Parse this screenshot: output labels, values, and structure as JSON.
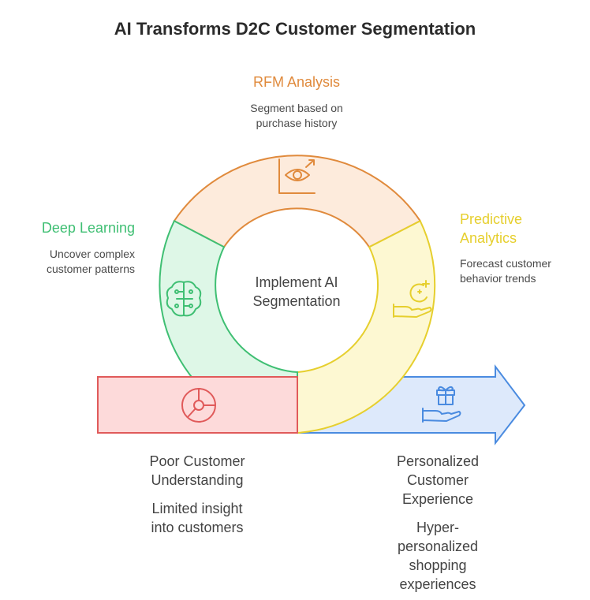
{
  "title": "AI Transforms D2C Customer Segmentation",
  "center": {
    "label_line1": "Implement AI",
    "label_line2": "Segmentation"
  },
  "segments": {
    "rfm": {
      "title": "RFM Analysis",
      "desc_line1": "Segment based on",
      "desc_line2": "purchase history",
      "color": "#e08a3c",
      "fill": "#fdebdc",
      "icon": "eye-chart-icon"
    },
    "predictive": {
      "title_line1": "Predictive",
      "title_line2": "Analytics",
      "desc_line1": "Forecast customer",
      "desc_line2": "behavior trends",
      "color": "#e6cf2e",
      "fill": "#fdf8d2",
      "icon": "hand-sparkle-icon"
    },
    "deep": {
      "title": "Deep Learning",
      "desc_line1": "Uncover complex",
      "desc_line2": "customer patterns",
      "color": "#3fbf73",
      "fill": "#def7e7",
      "icon": "brain-circuit-icon"
    }
  },
  "start": {
    "title_line1": "Poor Customer",
    "title_line2": "Understanding",
    "desc_line1": "Limited insight",
    "desc_line2": "into customers",
    "color": "#e05a5a",
    "fill": "#fddada",
    "icon": "pie-chart-icon"
  },
  "end": {
    "title_line1": "Personalized",
    "title_line2": "Customer",
    "title_line3": "Experience",
    "desc_line1": "Hyper-",
    "desc_line2": "personalized",
    "desc_line3": "shopping",
    "desc_line4": "experiences",
    "color": "#4a8be0",
    "fill": "#dde9fb",
    "icon": "hand-gift-icon"
  }
}
